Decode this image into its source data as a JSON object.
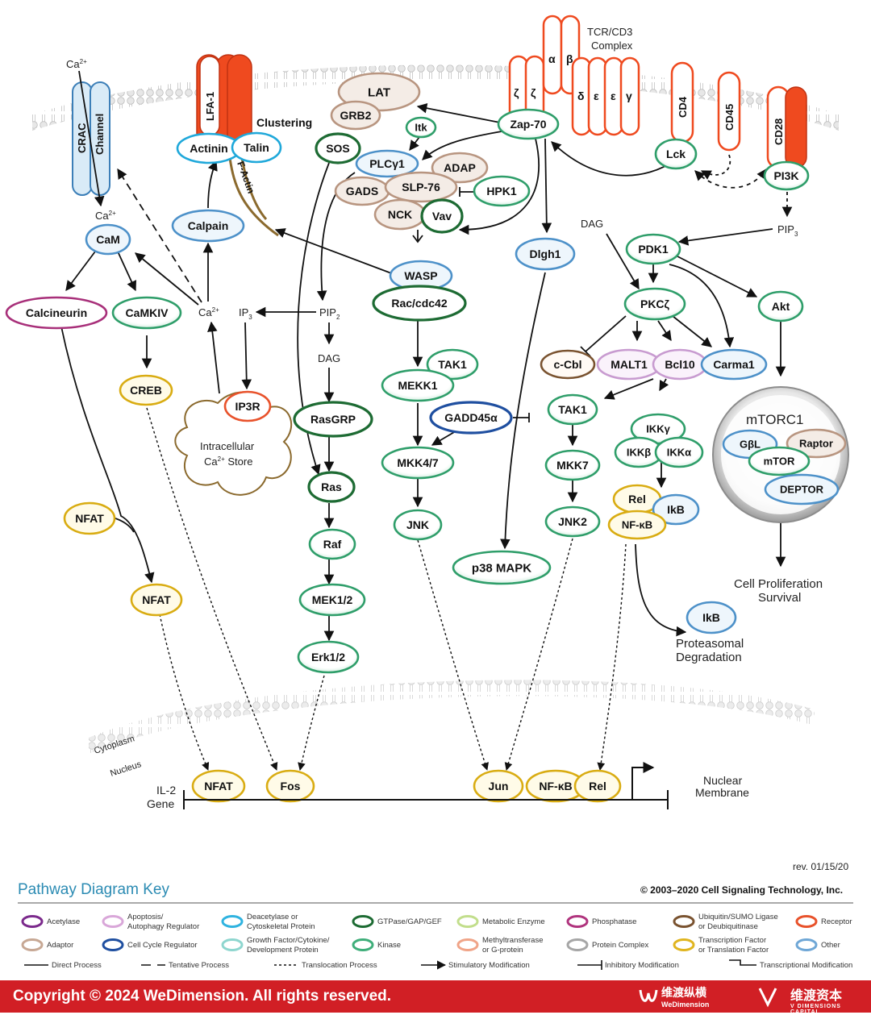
{
  "labels": {
    "ca2_top": "Ca",
    "ca2_sup": "2+",
    "crac": "CRAC",
    "channel": "Channel",
    "lfa1": "LFA-1",
    "clustering": "Clustering",
    "actinin": "Actinin",
    "talin": "Talin",
    "factin": "F-Actin",
    "lat": "LAT",
    "grb2": "GRB2",
    "sos": "SOS",
    "itk": "Itk",
    "plcg1": "PLCγ1",
    "adap": "ADAP",
    "gads": "GADS",
    "slp76": "SLP-76",
    "hpk1": "HPK1",
    "nck": "NCK",
    "vav": "Vav",
    "zap70": "Zap-70",
    "tcr": "TCR/CD3",
    "complex": "Complex",
    "zeta": "ζ",
    "alpha": "α",
    "beta": "β",
    "delta": "δ",
    "epsilon": "ε",
    "gamma": "γ",
    "cd4": "CD4",
    "cd45": "CD45",
    "cd28": "CD28",
    "lck": "Lck",
    "pi3k": "PI3K",
    "pip3": "PIP",
    "pip3_sub": "3",
    "dag_r": "DAG",
    "pdk1": "PDK1",
    "pkcz": "PKCζ",
    "akt": "Akt",
    "ccbl": "c-Cbl",
    "malt1": "MALT1",
    "bcl10": "Bcl10",
    "carma1": "Carma1",
    "tak1_r": "TAK1",
    "ikkg": "IKKγ",
    "ikkb": "IKKβ",
    "ikka": "IKKα",
    "mtorc1": "mTORC1",
    "gbl": "GβL",
    "raptor": "Raptor",
    "mtor": "mTOR",
    "deptor": "DEPTOR",
    "mkk7": "MKK7",
    "jnk2": "JNK2",
    "rel_c": "Rel",
    "ikb_c": "IkB",
    "nfkb_c": "NF-κB",
    "cell_prolif": "Cell Proliferation",
    "survival": "Survival",
    "ikb_deg": "IkB",
    "proteasomal": "Proteasomal",
    "degradation": "Degradation",
    "ca2_mid": "Ca",
    "ca2_mid_sup": "2+",
    "cam": "CaM",
    "calpain": "Calpain",
    "calcineurin": "Calcineurin",
    "camkiv": "CaMKIV",
    "ca2_ip3": "Ca",
    "ca2_ip3_sup": "2+",
    "ip3": "IP",
    "ip3_sub": "3",
    "pip2": "PIP",
    "pip2_sub": "2",
    "dag_l": "DAG",
    "creb": "CREB",
    "ip3r": "IP3R",
    "store1": "Intracellular",
    "store2": "Ca",
    "store2_sup": "2+",
    "store3": " Store",
    "wasp": "WASP",
    "rac": "Rac/cdc42",
    "tak1_m": "TAK1",
    "mekk1": "MEKK1",
    "gadd45": "GADD45α",
    "mkk47": "MKK4/7",
    "jnk": "JNK",
    "dlgh1": "Dlgh1",
    "p38": "p38 MAPK",
    "rasgrp": "RasGRP",
    "ras": "Ras",
    "raf": "Raf",
    "mek12": "MEK1/2",
    "erk12": "Erk1/2",
    "nfat_c": "NFAT",
    "nfat_c2": "NFAT",
    "cytoplasm": "Cytoplasm",
    "nucleus": "Nucleus",
    "il2": "IL-2",
    "gene": "Gene",
    "nfat_n": "NFAT",
    "fos": "Fos",
    "jun": "Jun",
    "nfkb_n": "NF-κB",
    "rel_n": "Rel",
    "nuclear": "Nuclear",
    "membrane": "Membrane"
  },
  "key": {
    "rev": "rev. 01/15/20",
    "title": "Pathway Diagram Key",
    "copyright": "© 2003–2020 Cell Signaling Technology, Inc.",
    "items": [
      {
        "label": "Acetylase",
        "color": "#7b2a8c"
      },
      {
        "label": "Apoptosis/",
        "label2": "Autophagy Regulator",
        "color": "#d9a7d9"
      },
      {
        "label": "Deacetylase or",
        "label2": "Cytoskeletal Protein",
        "color": "#2fb3e0"
      },
      {
        "label": "GTPase/GAP/GEF",
        "color": "#1d6b33"
      },
      {
        "label": "Metabolic Enzyme",
        "color": "#c2de8c"
      },
      {
        "label": "Phosphatase",
        "color": "#b0347e"
      },
      {
        "label": "Ubiquitin/SUMO Ligase",
        "label2": "or Deubiquitinase",
        "color": "#7a5330"
      },
      {
        "label": "Receptor",
        "color": "#e8522b"
      },
      {
        "label": "Adaptor",
        "color": "#c7a894"
      },
      {
        "label": "Cell Cycle Regulator",
        "color": "#1f4fa0"
      },
      {
        "label": "Growth Factor/Cytokine/",
        "label2": "Development Protein",
        "color": "#8ed6cf"
      },
      {
        "label": "Kinase",
        "color": "#3fae7a"
      },
      {
        "label": "Methyltransferase",
        "label2": "or G-protein",
        "color": "#f0a488"
      },
      {
        "label": "Protein Complex",
        "color": "#a6a6a6"
      },
      {
        "label": "Transcription Factor",
        "label2": "or Translation Factor",
        "color": "#e0b51f"
      },
      {
        "label": "Other",
        "color": "#6fa7d6"
      }
    ],
    "lines": [
      {
        "label": "Direct Process"
      },
      {
        "label": "Tentative Process"
      },
      {
        "label": "Translocation Process"
      },
      {
        "label": "Stimulatory Modification"
      },
      {
        "label": "Inhibitory Modification"
      },
      {
        "label": "Transcriptional Modification"
      }
    ]
  },
  "footer": {
    "copyright": "Copyright © 2024 WeDimension. All rights reserved.",
    "brand1": "维渡纵横",
    "brand1_en": "WeDimension",
    "brand2": "维渡资本",
    "brand2_en": "V DIMENSIONS CAPITAL"
  }
}
